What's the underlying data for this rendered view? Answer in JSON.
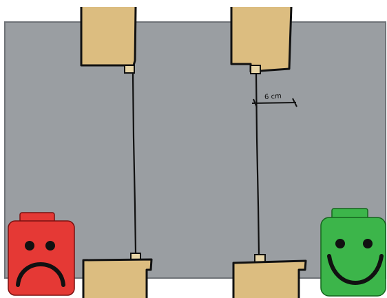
{
  "panel": {
    "background": "#9a9ea2",
    "border": "#6f7378"
  },
  "wood": {
    "fill": "#dcbd80",
    "stroke": "#111111"
  },
  "annotation": {
    "gap_label": "6 cm"
  },
  "faces": {
    "bad": {
      "mood": "sad",
      "color": "#e53935",
      "icon": "sad-face-icon"
    },
    "good": {
      "mood": "happy",
      "color": "#3cb54a",
      "icon": "happy-face-icon"
    }
  }
}
